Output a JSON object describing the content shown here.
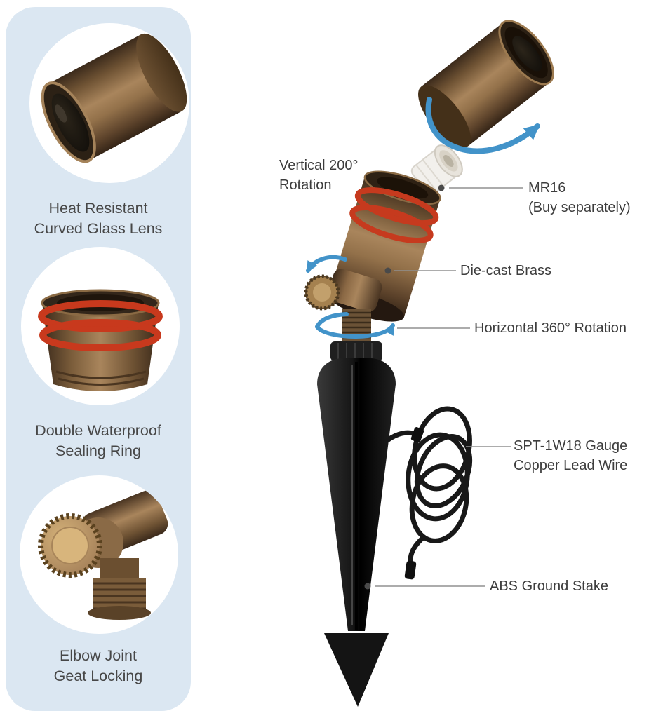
{
  "colors": {
    "panel_bg": "#dbe7f2",
    "arrow_blue": "#4293c9",
    "brass": "#8a6a46",
    "ring_red": "#c6381f",
    "stake_black": "#1a1a1a",
    "text": "#3d3d3d",
    "leader_line": "#909090"
  },
  "features": [
    {
      "id": "lens",
      "caption_line1": "Heat Resistant",
      "caption_line2": "Curved Glass Lens"
    },
    {
      "id": "sealing-ring",
      "caption_line1": "Double Waterproof",
      "caption_line2": "Sealing Ring"
    },
    {
      "id": "elbow-joint",
      "caption_line1": "Elbow Joint",
      "caption_line2": "Geat Locking"
    }
  ],
  "annotations": {
    "vertical_rotation_line1": "Vertical 200°",
    "vertical_rotation_line2": "Rotation",
    "mr16_line1": "MR16",
    "mr16_line2": "(Buy separately)",
    "die_cast": "Die-cast Brass",
    "horizontal_rotation": "Horizontal 360° Rotation",
    "wire_line1": "SPT-1W18 Gauge",
    "wire_line2": "Copper Lead Wire",
    "ground_stake": "ABS Ground Stake"
  }
}
